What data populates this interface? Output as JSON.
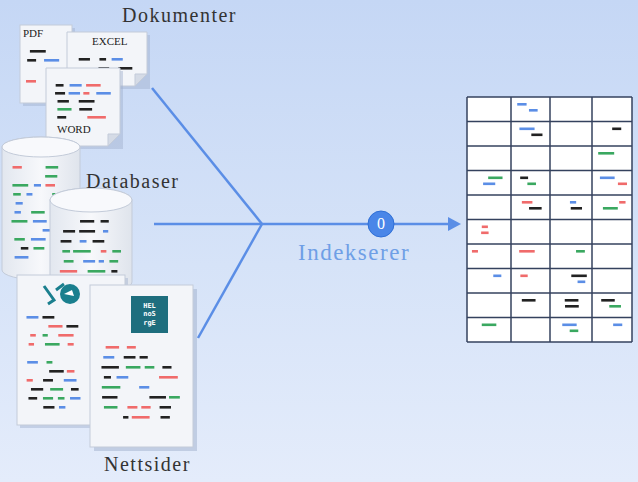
{
  "diagram": {
    "nodes": [
      {
        "text": [
          "PDF"
        ]
      },
      {
        "text": [
          "EXCEL"
        ]
      },
      {
        "text": [
          "WORD"
        ]
      },
      {
        "text": [
          "HEL noS rgE"
        ]
      },
      {
        "text": [
          "0"
        ]
      }
    ],
    "labels": [
      "Dokumenter",
      "Databaser",
      "Indekserer",
      "Nettsider"
    ]
  }
}
